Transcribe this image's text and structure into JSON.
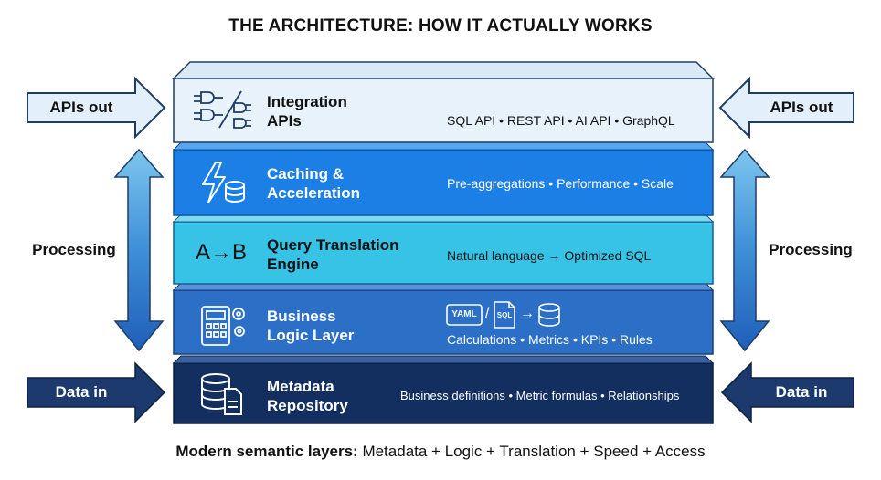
{
  "title": "THE ARCHITECTURE: HOW IT ACTUALLY WORKS",
  "colors": {
    "integration": "#e8f2fb",
    "caching": "#1b7fe6",
    "query": "#36c3e6",
    "business": "#2c6fc6",
    "metadata": "#132f5f",
    "arrow_dark": "#1c3a6e",
    "arrow_light": "#e3f0fb"
  },
  "layers": {
    "integration": {
      "title_line1": "Integration",
      "title_line2": "APIs",
      "desc": "SQL API • REST API • AI API • GraphQL",
      "icon": "connectors-icon"
    },
    "caching": {
      "title_line1": "Caching &",
      "title_line2": "Acceleration",
      "desc": "Pre-aggregations • Performance • Scale",
      "icon": "lightning-database-icon"
    },
    "query": {
      "title_line1": "Query Translation",
      "title_line2": "Engine",
      "desc": "Natural language → Optimized SQL",
      "icon_text": "A→B"
    },
    "business": {
      "title_line1": "Business",
      "title_line2": "Logic Layer",
      "desc": "Calculations • Metrics • KPIs • Rules",
      "yaml_label": "YAML",
      "slash": "/",
      "sql_label": "SQL",
      "arrow": "→",
      "icon": "calculator-gear-icon"
    },
    "metadata": {
      "title_line1": "Metadata",
      "title_line2": "Repository",
      "desc": "Business definitions • Metric formulas • Relationships",
      "icon": "database-document-icon"
    }
  },
  "side": {
    "apis_out_left": "APIs out",
    "apis_out_right": "APIs out",
    "processing_left": "Processing",
    "processing_right": "Processing",
    "data_in_left": "Data in",
    "data_in_right": "Data in"
  },
  "footer": {
    "bold": "Modern semantic layers:",
    "rest": " Metadata + Logic + Translation + Speed + Access"
  }
}
